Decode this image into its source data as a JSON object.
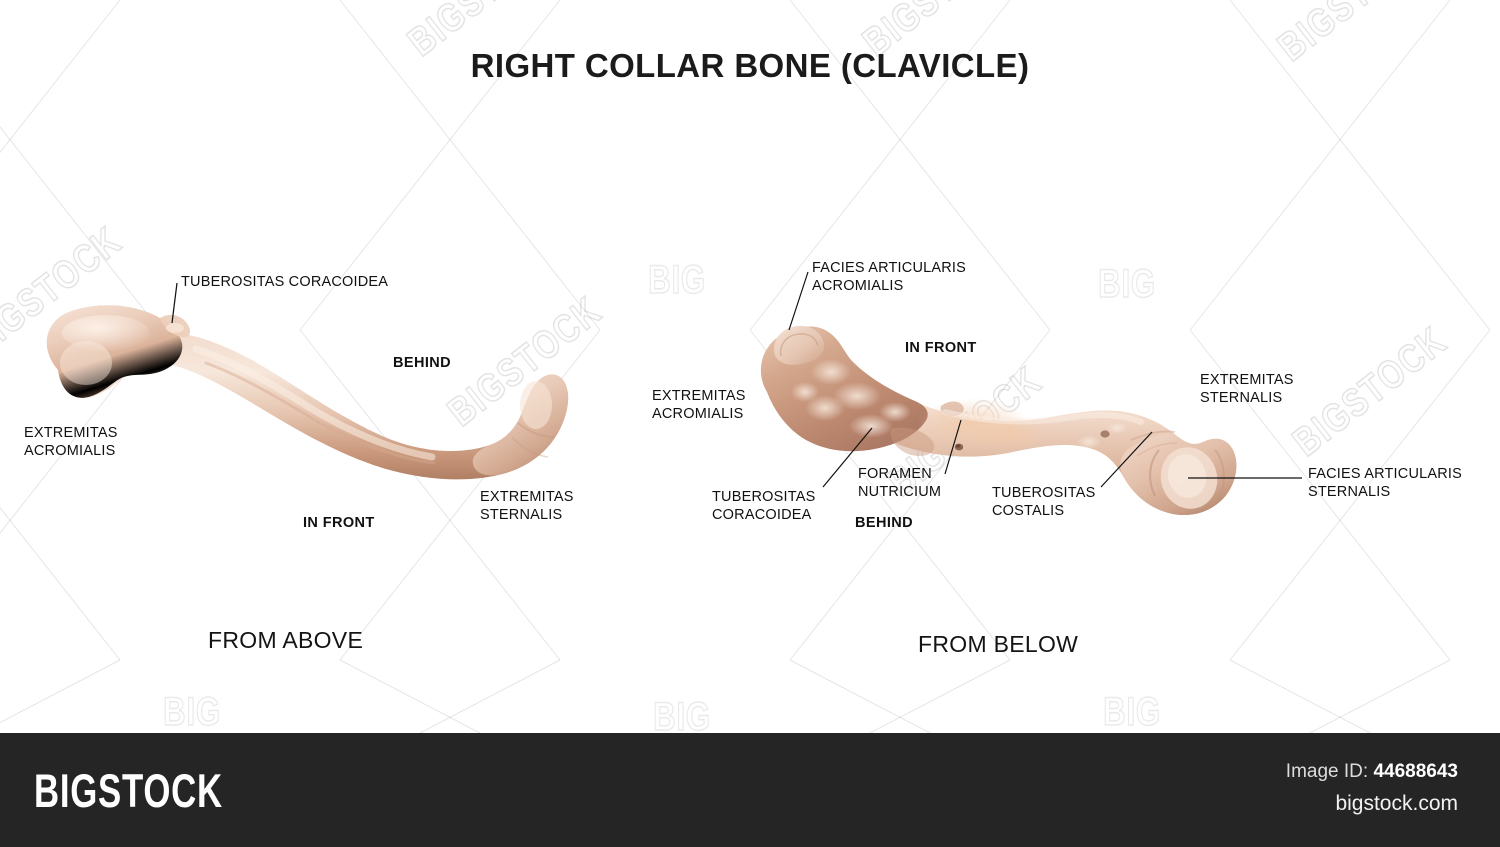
{
  "title": "RIGHT COLLAR BONE (CLAVICLE)",
  "views": {
    "above": {
      "caption": "FROM ABOVE",
      "labels": {
        "tuberositas_coracoidea": "TUBEROSITAS CORACOIDEA",
        "extremitas_acromialis": "EXTREMITAS\nACROMIALIS",
        "behind": "BEHIND",
        "in_front": "IN FRONT",
        "extremitas_sternalis": "EXTREMITAS\nSTERNALIS"
      }
    },
    "below": {
      "caption": "FROM BELOW",
      "labels": {
        "facies_articularis_acromialis": "FACIES ARTICULARIS\nACROMIALIS",
        "extremitas_acromialis": "EXTREMITAS\nACROMIALIS",
        "in_front": "IN FRONT",
        "tuberositas_coracoidea": "TUBEROSITAS\nCORACOIDEA",
        "foramen_nutricium": "FORAMEN\nNUTRICIUM",
        "behind": "BEHIND",
        "tuberositas_costalis": "TUBEROSITAS\nCOSTALIS",
        "extremitas_sternalis": "EXTREMITAS\nSTERNALIS",
        "facies_articularis_sternalis": "FACIES ARTICULARIS\nSTERNALIS"
      }
    }
  },
  "watermark": {
    "small_text": "BIG",
    "diagonal_text": "BIGSTOCK"
  },
  "footer": {
    "logo": "BIGSTOCK",
    "image_id_label": "Image ID:",
    "image_id_value": "44688643",
    "site": "bigstock.com"
  },
  "colors": {
    "background": "#ffffff",
    "footer_bg": "#252525",
    "text": "#111111",
    "bone_light": "#f3d9cb",
    "bone_mid": "#ddb49d",
    "bone_dark": "#b4846c",
    "leader_line": "#111111"
  }
}
